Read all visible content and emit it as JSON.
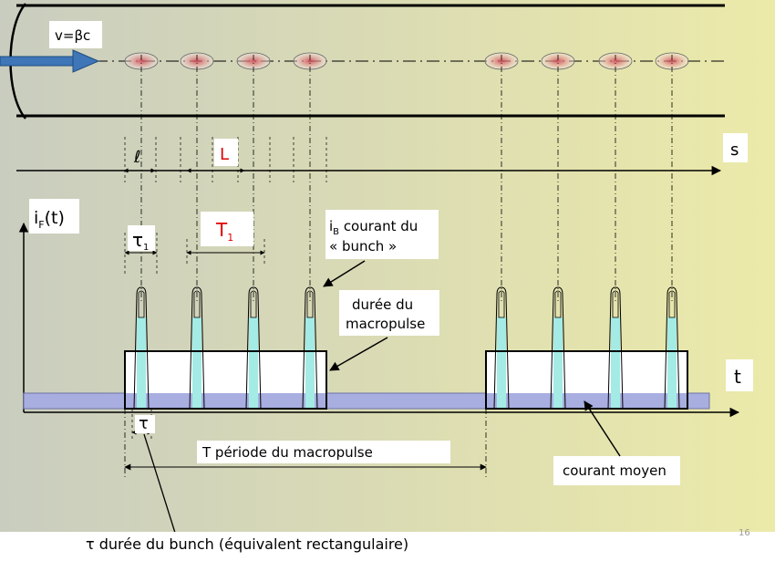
{
  "beam": {
    "velocity_label": "v=βc"
  },
  "axes": {
    "s_label": "s",
    "t_label": "t",
    "y_label_main": "i",
    "y_label_sub": "F",
    "y_label_tail": "(t)"
  },
  "dims": {
    "bunch_length": "ℓ",
    "bunch_spacing": "L",
    "tau1": "τ",
    "tau1_sub": "1",
    "T1": "T",
    "T1_sub": "1",
    "tau": "τ"
  },
  "callouts": {
    "bunch_current": {
      "main": "i",
      "sub": "B",
      "line1": " courant du",
      "line2": "« bunch »"
    },
    "macropulse_duration": {
      "line1": "durée du",
      "line2": "macropulse"
    },
    "macropulse_period": "T période du macropulse",
    "average_current": "courant moyen",
    "bunch_duration": "τ durée du bunch (équivalent rectangulaire)"
  },
  "page_number": "16",
  "colors": {
    "background_left": "#c9cdbf",
    "background_right": "#eceaa9",
    "bunch_fill": "#a4ebe6",
    "average_band": "#a8aee0",
    "accent_red": "#e00000",
    "beam_arrow": "#3e76b8",
    "ellipse_red": "#d04050"
  }
}
